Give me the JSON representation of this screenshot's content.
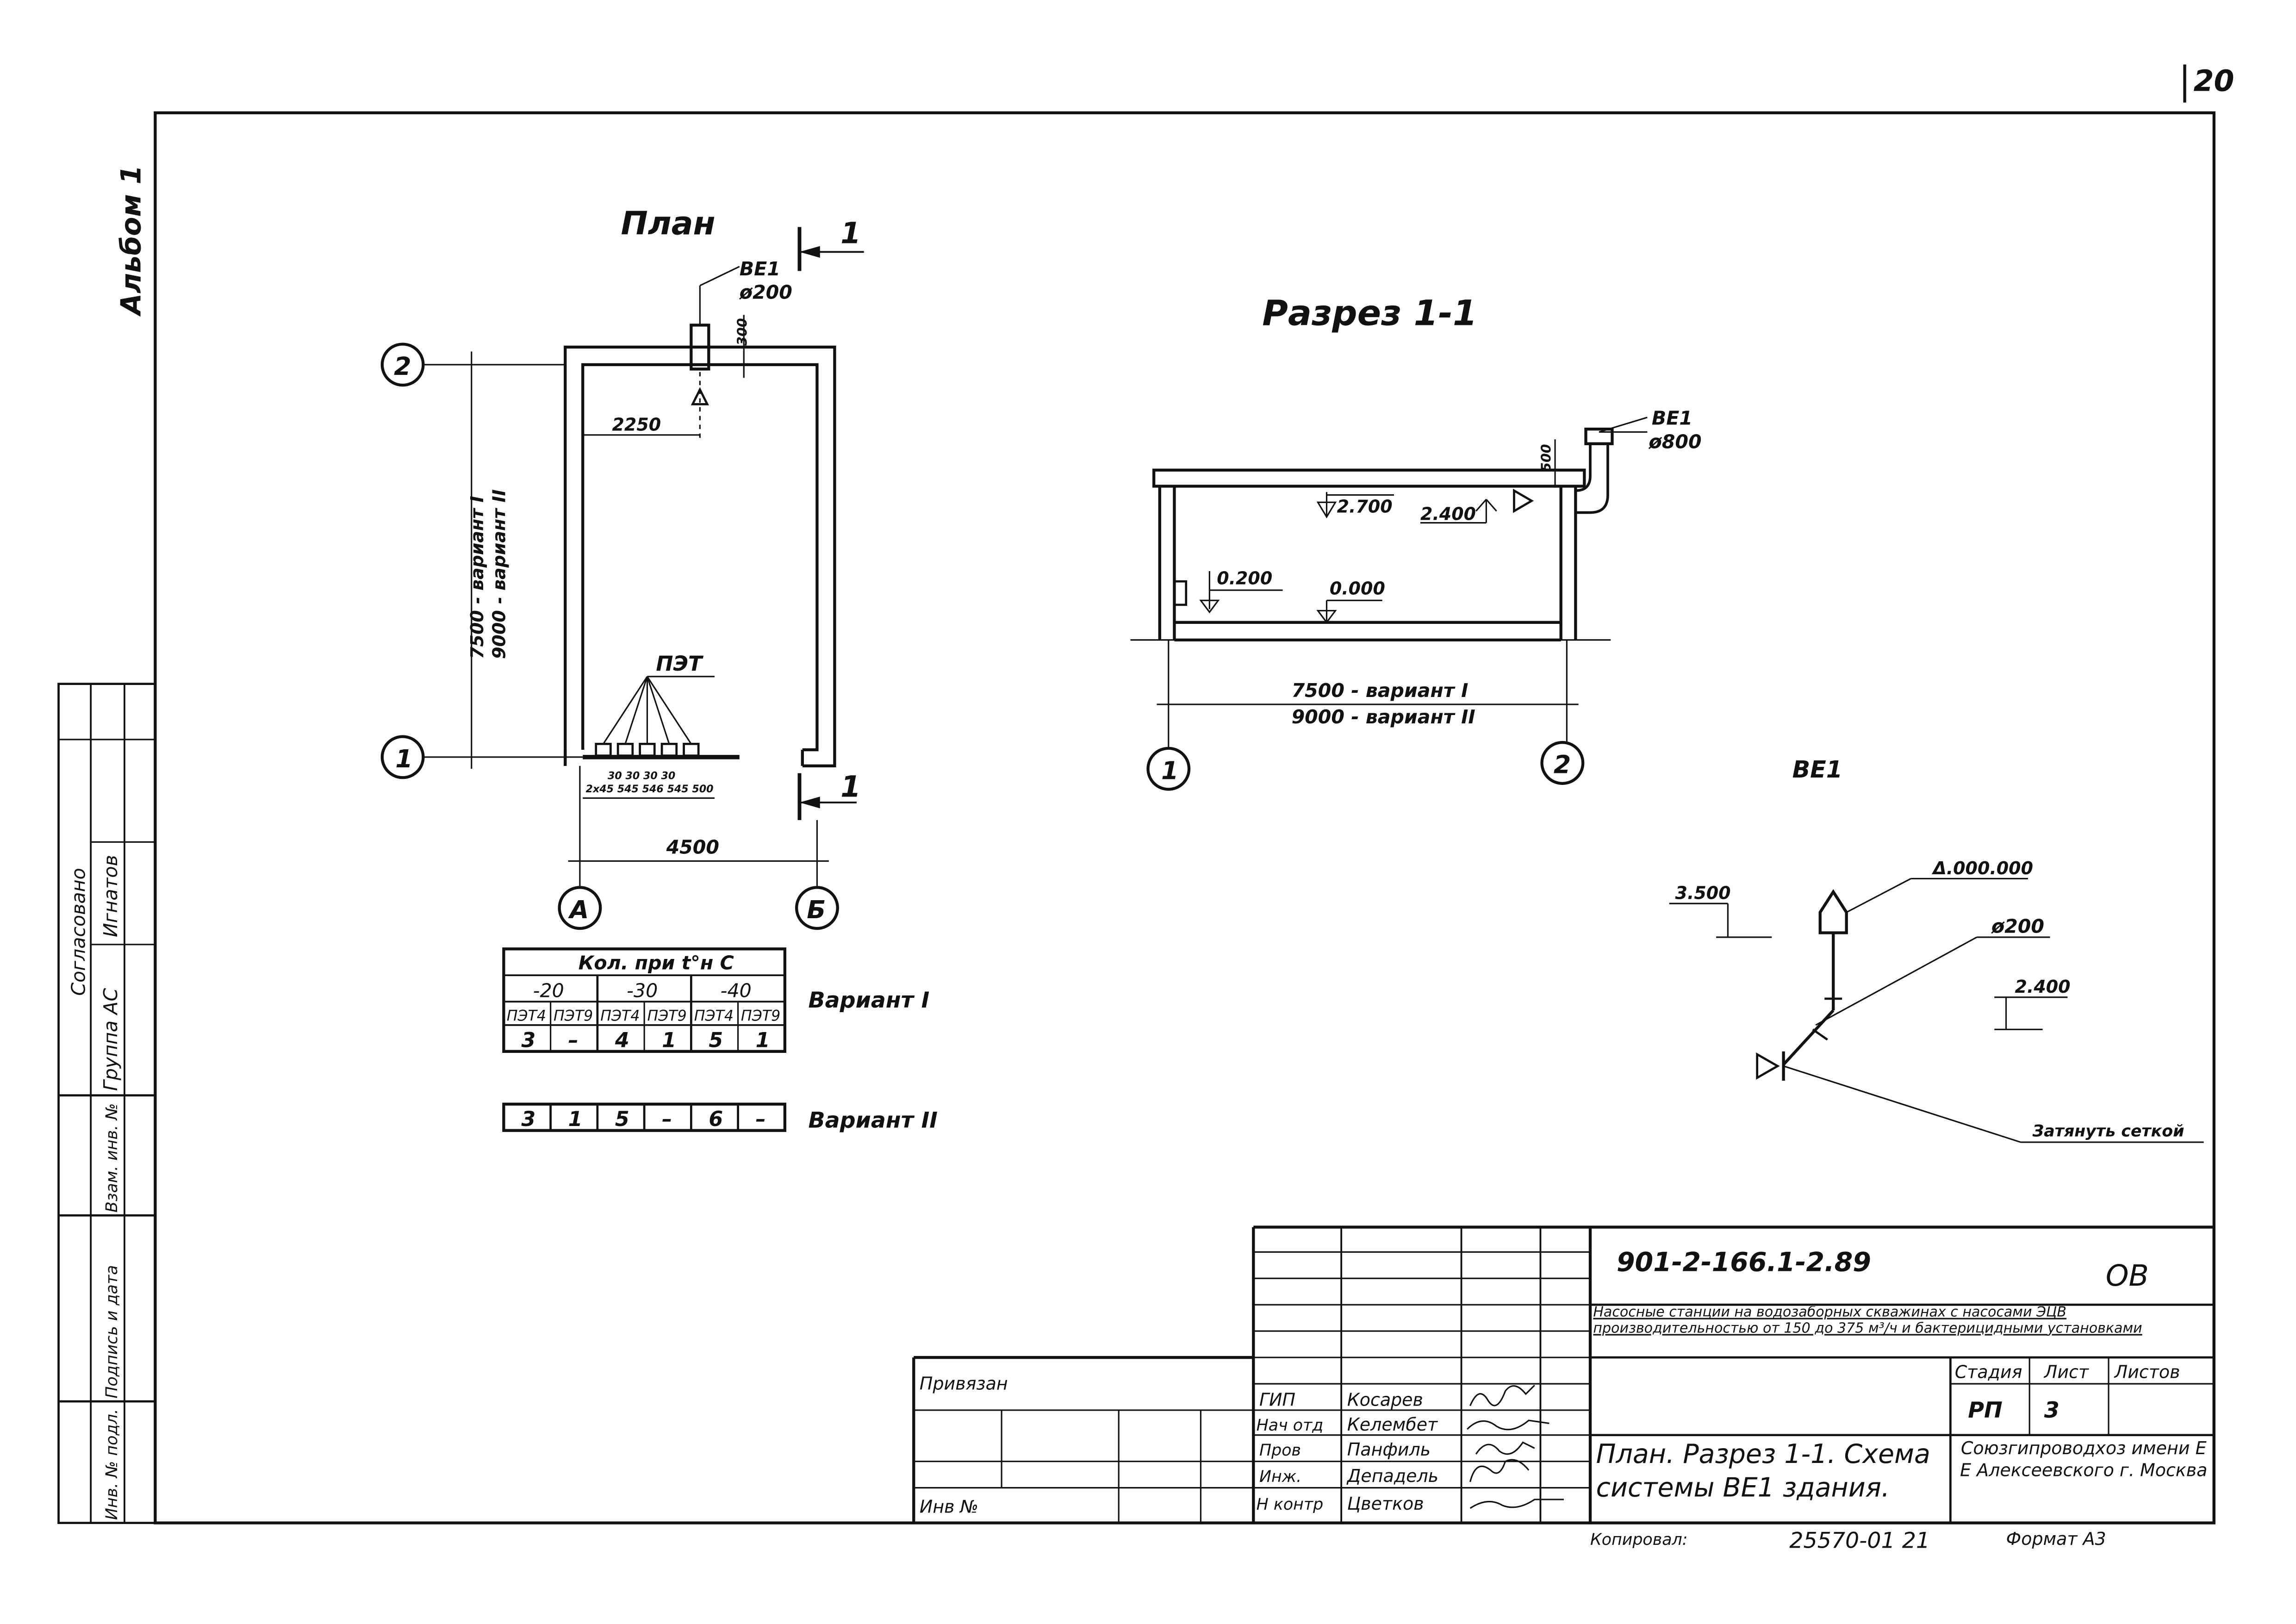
{
  "page_number": "20",
  "album": "Альбом 1",
  "plan": {
    "title": "План",
    "section_mark": "1",
    "pipe_label": "ВЕ1",
    "pipe_diam": "ø200",
    "dim_300": "300",
    "dim_2250": "2250",
    "dim_var1": "7500 - вариант I",
    "dim_var2": "9000 - вариант II",
    "heaters_label": "ПЭТ",
    "heater_dims": "30 30 30 30",
    "heater_dims2": "2х45 545 546 545 500",
    "dim_4500": "4500",
    "axis_1": "1",
    "axis_2": "2",
    "axis_a": "А",
    "axis_b": "Б"
  },
  "section": {
    "title": "Разрез 1-1",
    "pipe_label": "ВЕ1",
    "pipe_diam": "ø800",
    "dim_500": "500",
    "elev_roof": "2.700",
    "elev_pipe": "2.400",
    "elev_low": "0.200",
    "elev_floor": "0.000",
    "dim_var1": "7500 - вариант I",
    "dim_var2": "9000 - вариант II",
    "axis_1": "1",
    "axis_2": "2"
  },
  "table": {
    "header": "Кол. при t°н С",
    "temps": [
      "-20",
      "-30",
      "-40"
    ],
    "cols": [
      "ПЭТ4",
      "ПЭТ9",
      "ПЭТ4",
      "ПЭТ9",
      "ПЭТ4",
      "ПЭТ9"
    ],
    "row1": [
      "3",
      "–",
      "4",
      "1",
      "5",
      "1"
    ],
    "row1_label": "Вариант I",
    "row2": [
      "3",
      "1",
      "5",
      "–",
      "6",
      "–"
    ],
    "row2_label": "Вариант II"
  },
  "scheme": {
    "title": "ВЕ1",
    "elev_top": "3.500",
    "elev_cap": "Δ.000.000",
    "diam": "ø200",
    "elev_mid": "2.400",
    "mesh_note": "Затянуть сеткой"
  },
  "sidebar": {
    "agreed": "Согласовано",
    "group": "Группа АС",
    "name": "Игнатов",
    "inv_repl": "Взам. инв. №",
    "sign_date": "Подпись и дата",
    "inv_orig": "Инв. № подл."
  },
  "title_block": {
    "code": "901-2-166.1-2.89",
    "sheet_code": "ОВ",
    "project": "Насосные станции на водозаборных скважинах с насосами ЭЦВ производительностью от 150 до 375 м³/ч и бактерицидными установками",
    "bound": "Привязан",
    "inv_no": "Инв №",
    "stage_h": "Стадия",
    "sheet_h": "Лист",
    "sheets_h": "Листов",
    "stage": "РП",
    "sheet": "3",
    "roles": [
      "ГИП",
      "Нач отд",
      "Пров",
      "Инж.",
      "Н контр"
    ],
    "names": [
      "Косарев",
      "Келембет",
      "Панфиль",
      "Депадель",
      "Цветков"
    ],
    "drawing_title": "План. Разрез 1-1. Схема системы ВЕ1 здания.",
    "org": "Союзгипроводхоз имени Е Е Алексеевского г. Москва",
    "copied": "Копировал:",
    "doc_no": "25570-01 21",
    "format": "Формат А3"
  }
}
